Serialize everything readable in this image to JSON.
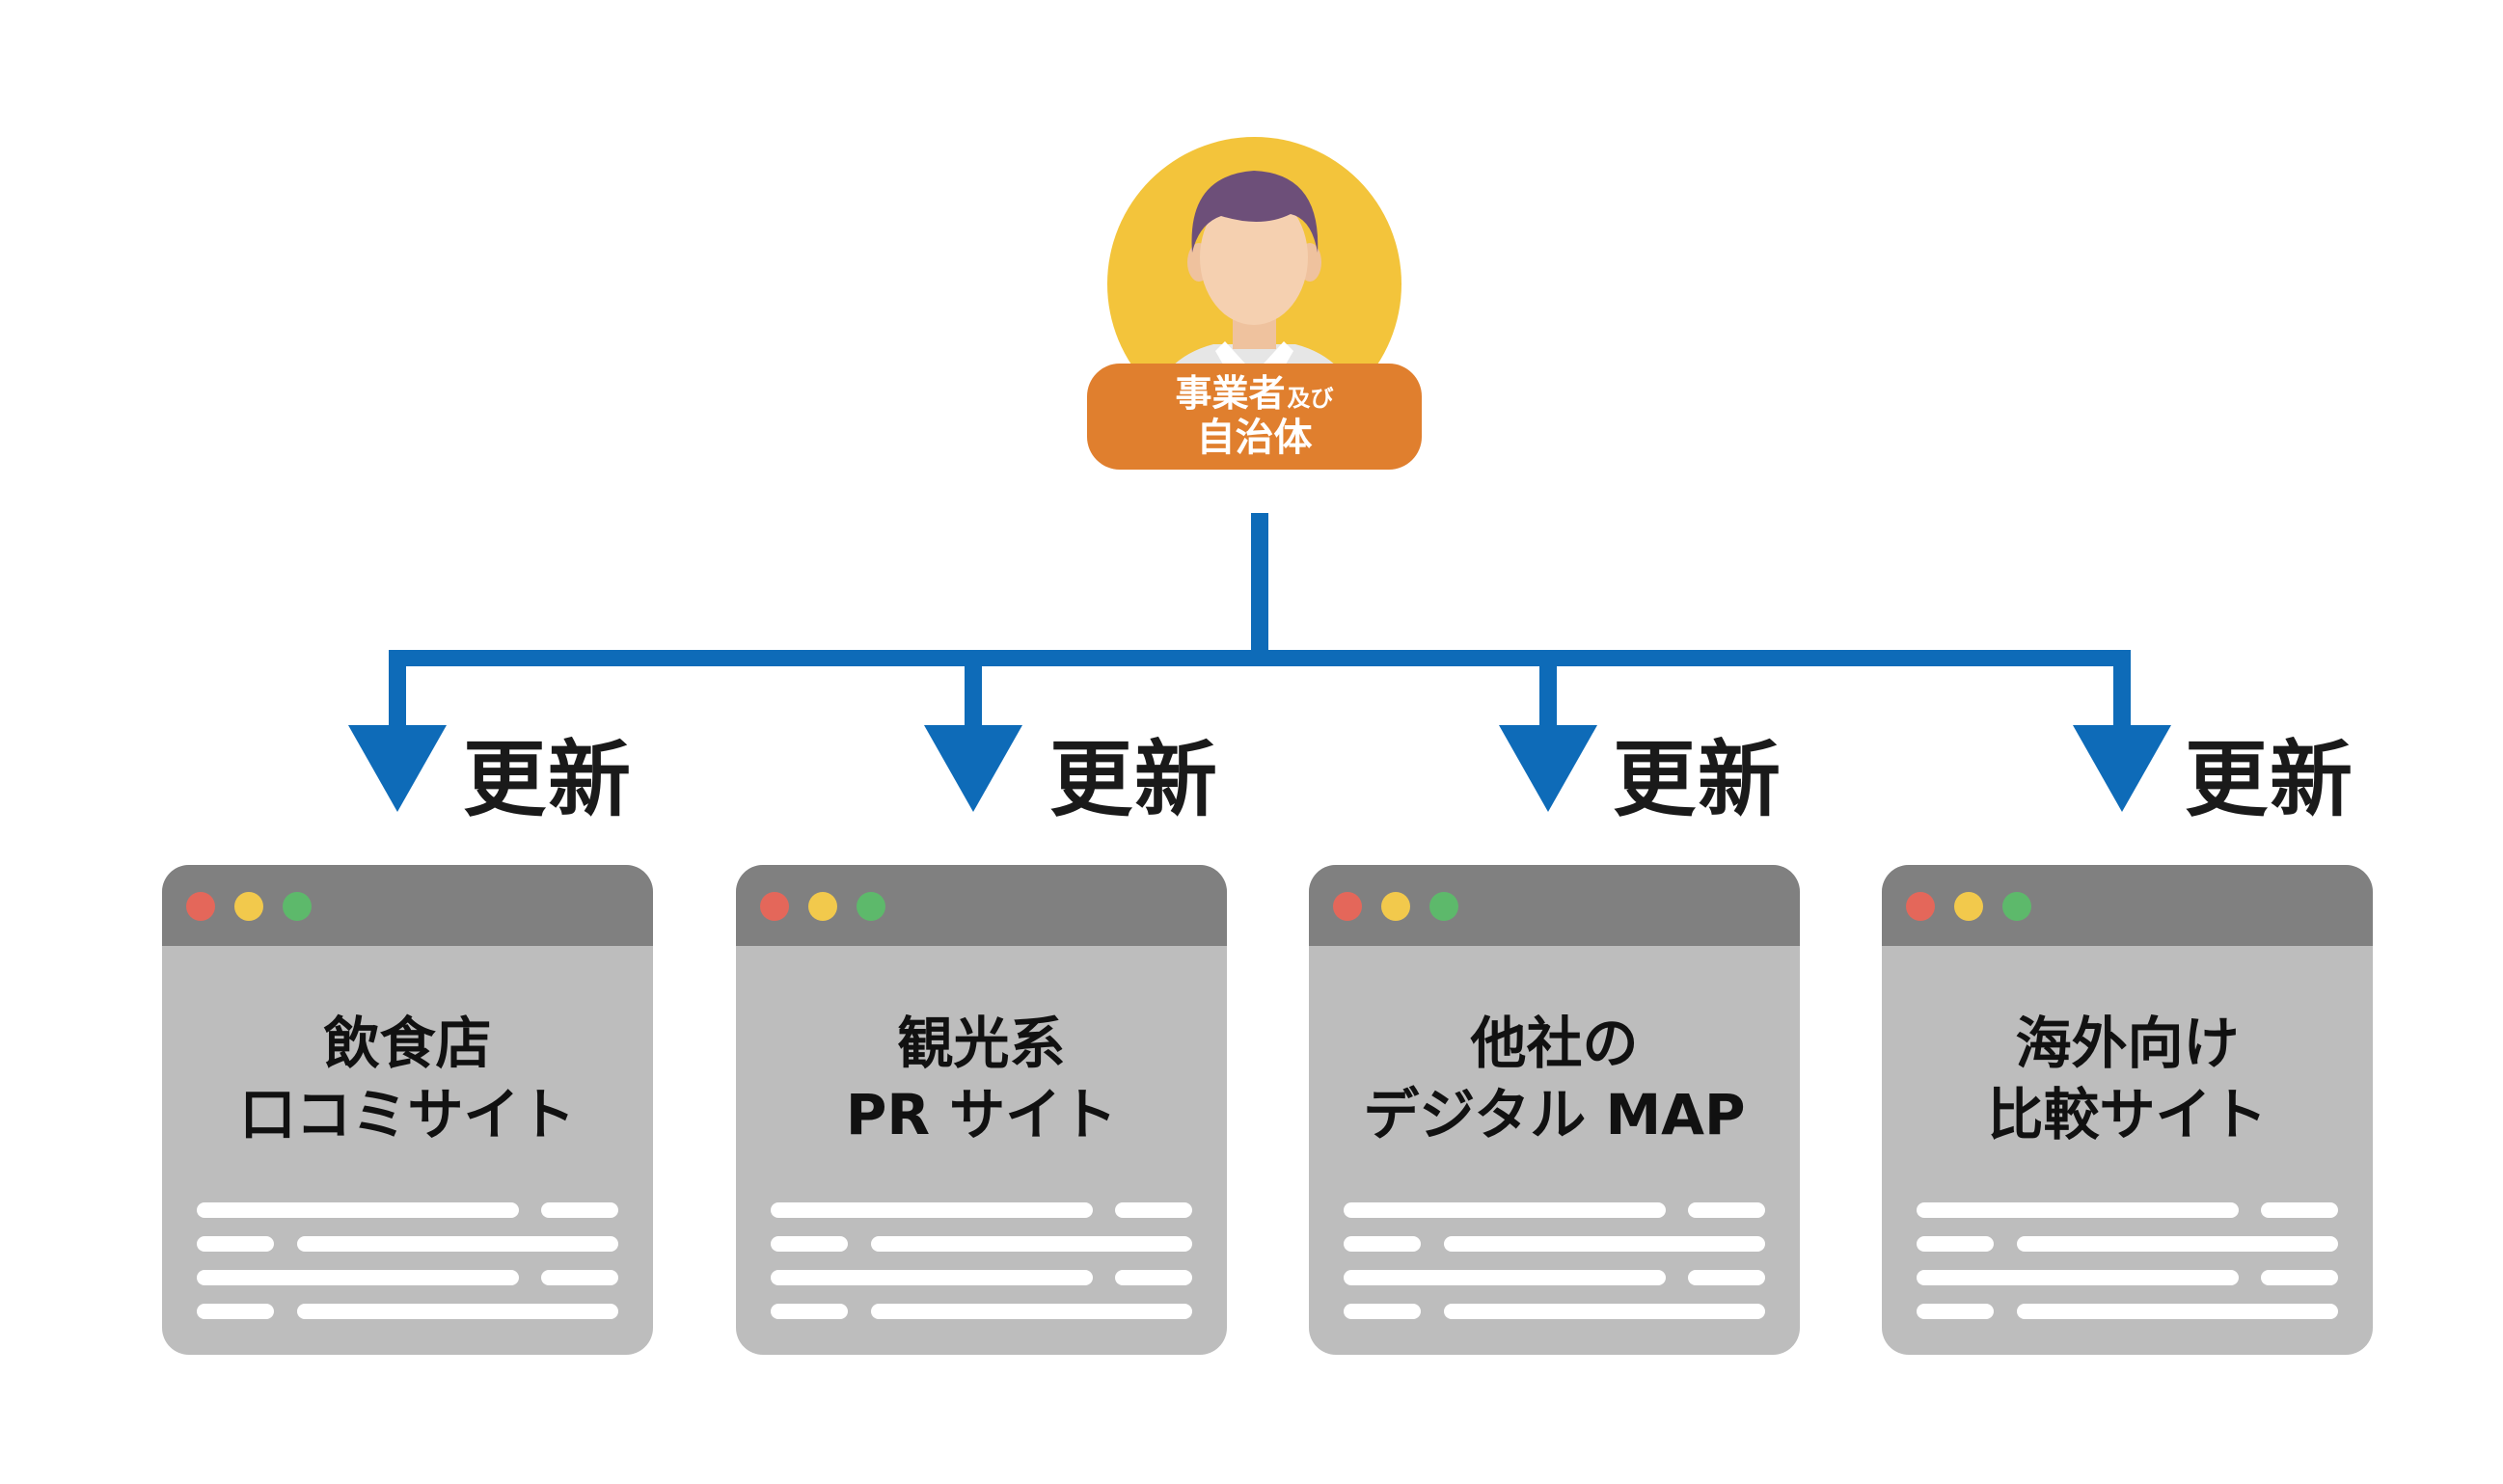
{
  "center": {
    "avatar_icon": "person-icon",
    "label_line1": "事業者",
    "label_line1_small": "及び",
    "label_line2": "自治体",
    "colors": {
      "circle": "#F3C43B",
      "label_bg": "#E07F2E"
    }
  },
  "connector_color": "#0E6BB8",
  "targets": [
    {
      "update": "更新",
      "title_line1": "飲食店",
      "title_line2": "口コミサイト"
    },
    {
      "update": "更新",
      "title_line1": "観光系",
      "title_line2": "PR サイト"
    },
    {
      "update": "更新",
      "title_line1": "他社の",
      "title_line2": "デジタル MAP"
    },
    {
      "update": "更新",
      "title_line1": "海外向け",
      "title_line2": "比較サイト"
    }
  ]
}
